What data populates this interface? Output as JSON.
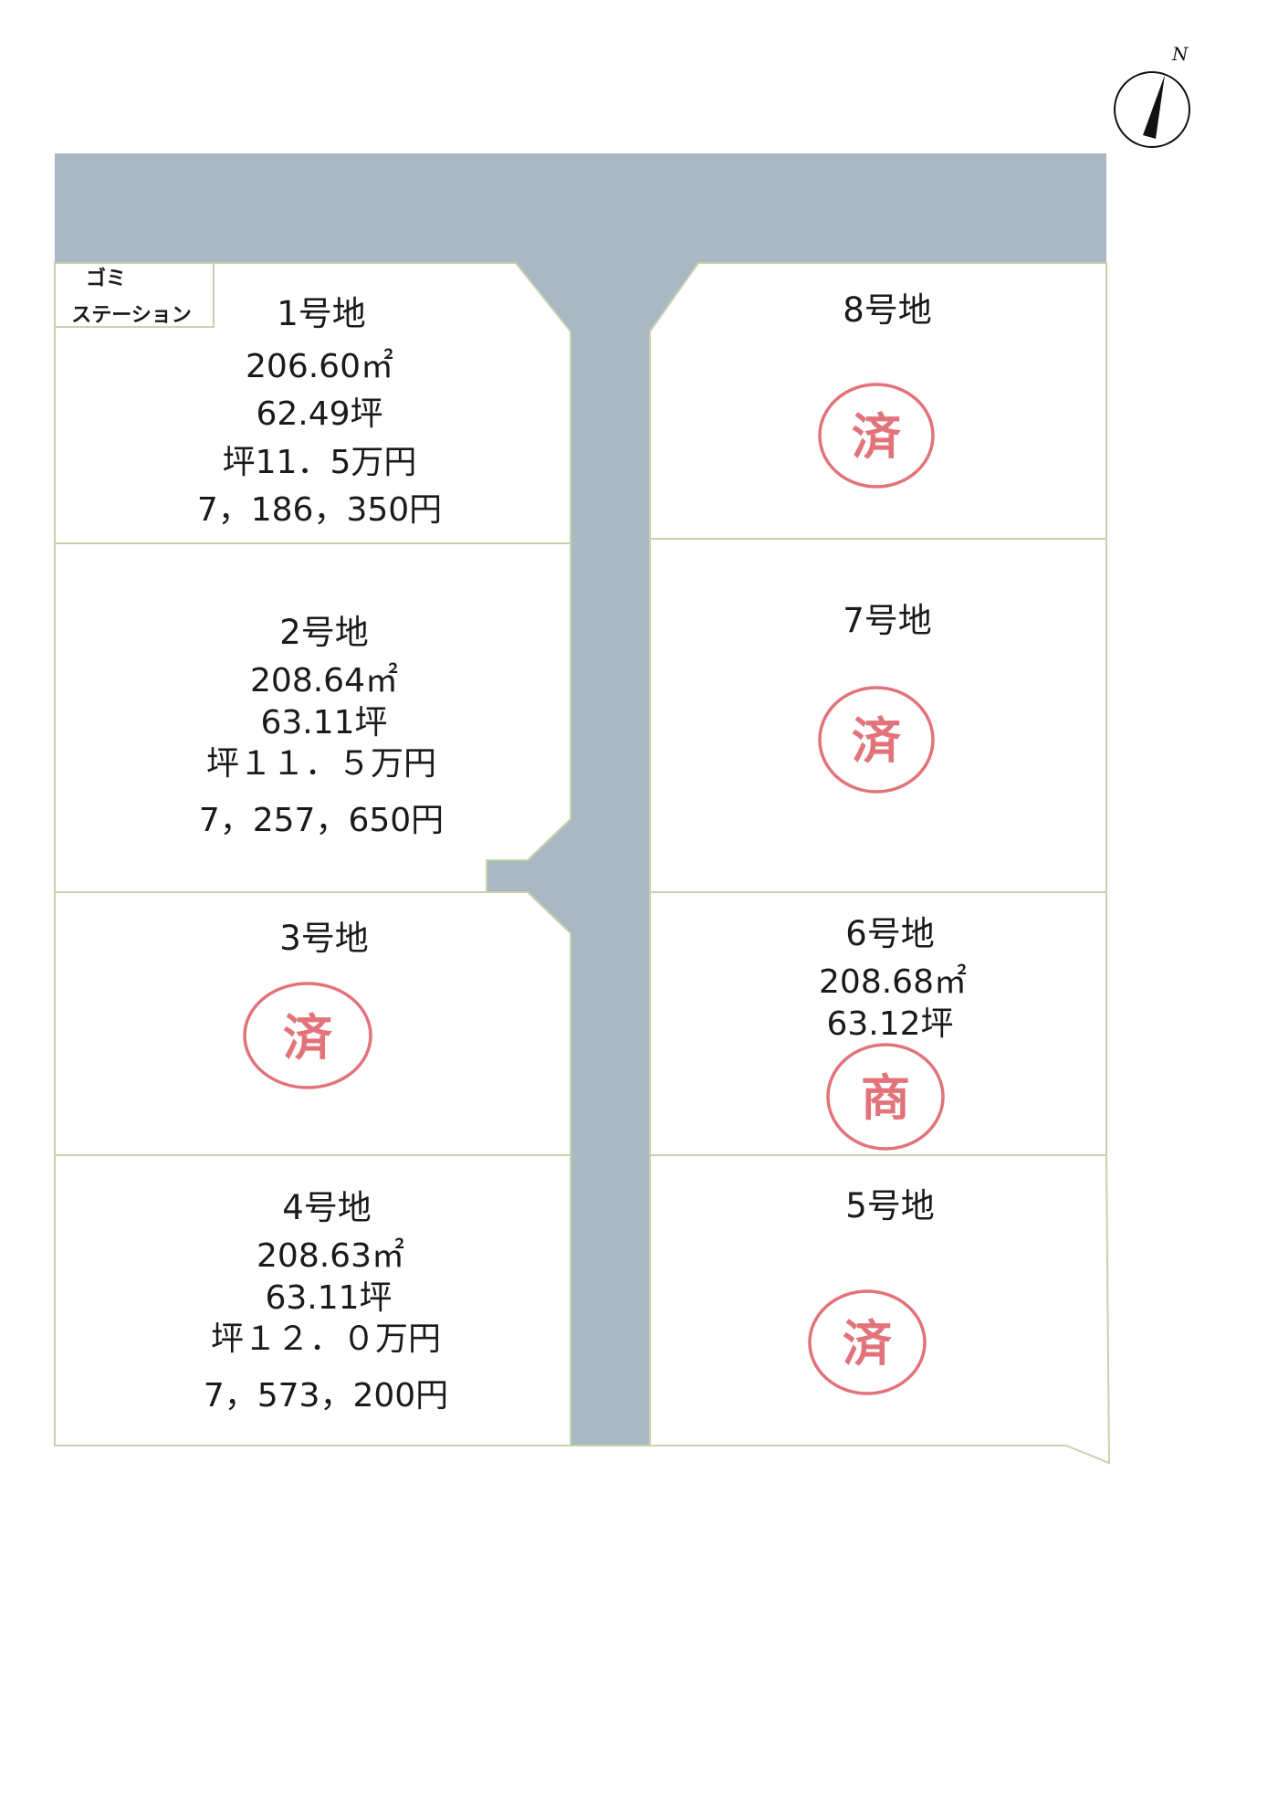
{
  "compass": {
    "north_label": "N",
    "icon": "north-arrow-icon"
  },
  "garbage_station": {
    "line1": "ゴミ",
    "line2": "ステーション"
  },
  "lots": {
    "lot1": {
      "title": "1号地",
      "area_m2": "206.60㎡",
      "area_tsubo": "62.49坪",
      "unit_price": "坪11．5万円",
      "total_price": "7，186，350円"
    },
    "lot2": {
      "title": "2号地",
      "area_m2": "208.64㎡",
      "area_tsubo": "63.11坪",
      "unit_price": "坪１１．５万円",
      "total_price": "7，257，650円"
    },
    "lot3": {
      "title": "3号地",
      "stamp": "済"
    },
    "lot4": {
      "title": "4号地",
      "area_m2": "208.63㎡",
      "area_tsubo": "63.11坪",
      "unit_price": "坪１２．０万円",
      "total_price": "7，573，200円"
    },
    "lot5": {
      "title": "5号地",
      "stamp": "済"
    },
    "lot6": {
      "title": "6号地",
      "area_m2": "208.68㎡",
      "area_tsubo": "63.12坪",
      "stamp": "商"
    },
    "lot7": {
      "title": "7号地",
      "stamp": "済"
    },
    "lot8": {
      "title": "8号地",
      "stamp": "済"
    }
  },
  "colors": {
    "road": "#a9b8c2",
    "lot_border": "#c7d2ad",
    "stamp": "#e2737a"
  }
}
